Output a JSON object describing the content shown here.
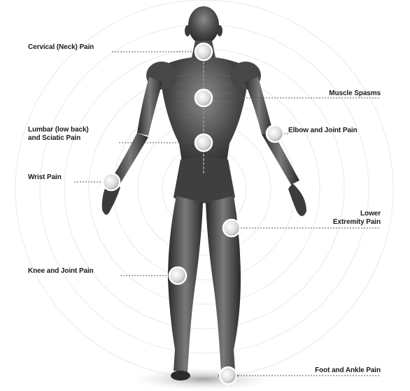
{
  "pain_points": [
    {
      "id": "neck",
      "label": "Cervical (Neck) Pain"
    },
    {
      "id": "spasms",
      "label": "Muscle Spasms"
    },
    {
      "id": "lumbar",
      "label": "Lumbar (low back)\nand Sciatic Pain"
    },
    {
      "id": "elbow",
      "label": "Elbow and Joint Pain"
    },
    {
      "id": "wrist",
      "label": "Wrist Pain"
    },
    {
      "id": "lower",
      "label": "Lower\nExtremity Pain"
    },
    {
      "id": "knee",
      "label": "Knee and Joint Pain"
    },
    {
      "id": "foot",
      "label": "Foot and Ankle Pain"
    }
  ],
  "colors": {
    "body_dark": "#2f2f2f",
    "body_mid": "#6e6e6e",
    "body_light": "#bdbdbd",
    "leader_line": "#555555",
    "marker_ring": "#ffffff",
    "background_rings": "#eeeeee"
  }
}
